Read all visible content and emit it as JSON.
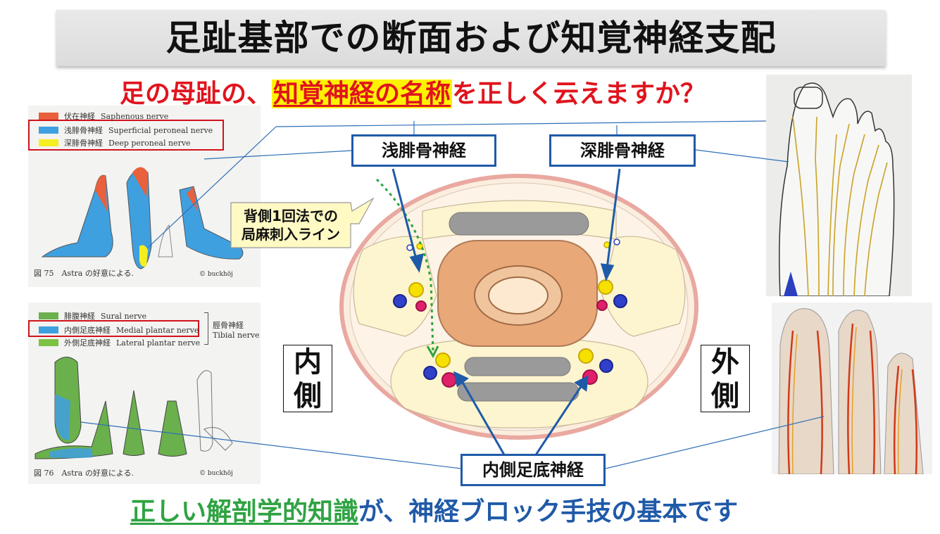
{
  "title": "足趾基部での断面および知覚神経支配",
  "question": {
    "prefix": "足の母趾の、",
    "highlight": "知覚神経の名称",
    "suffix": "を正しく云えますか？"
  },
  "bottom": {
    "green": "正しい解剖学的知識",
    "rest": "が、神経ブロック手技の基本です"
  },
  "labels": {
    "superficial": "浅腓骨神経",
    "deep": "深腓骨神経",
    "medial_plantar": "内側足底神経"
  },
  "callout": {
    "line1": "背側1回法での",
    "line2": "局麻刺入ライン"
  },
  "sides": {
    "medial_1": "内",
    "medial_2": "側",
    "lateral_1": "外",
    "lateral_2": "側"
  },
  "legend_top": {
    "items": [
      {
        "jp": "伏在神経",
        "en": "Saphenous nerve",
        "color": "#e8603c"
      },
      {
        "jp": "浅腓骨神経",
        "en": "Superficial peroneal nerve",
        "color": "#3fa0e0"
      },
      {
        "jp": "深腓骨神経",
        "en": "Deep peroneal nerve",
        "color": "#f5ee20"
      }
    ],
    "caption": "図 75　Astra の好意による.",
    "credit": "© buckhöj"
  },
  "legend_bottom": {
    "items": [
      {
        "jp": "腓腹神経",
        "en": "Sural nerve",
        "color": "#6ab04c"
      },
      {
        "jp": "内側足底神経",
        "en": "Medial plantar nerve",
        "color": "#3fa0e0"
      },
      {
        "jp": "外側足底神経",
        "en": "Lateral plantar nerve",
        "color": "#7cc243"
      }
    ],
    "group_jp": "脛骨神経",
    "group_en": "Tibial nerve",
    "caption": "図 76　Astra の好意による.",
    "credit": "© buckhöj"
  },
  "colors": {
    "title_band": "#e3e3e3",
    "question_red": "#e0141e",
    "highlight_yellow": "#fff200",
    "bottom_blue": "#1f5aa8",
    "bottom_green": "#2fa342",
    "box_border": "#1f5aa8",
    "callout_bg": "#fff9c4",
    "cross_section_fill": "#fbeede",
    "compartment_fill": "#fdf5cf",
    "bone_fill": "#e9a878",
    "tendon_gray": "#9a9a9a",
    "nerve_yellow": "#f5e000",
    "artery_red": "#e0206a",
    "vein_blue": "#2b3fbf"
  }
}
